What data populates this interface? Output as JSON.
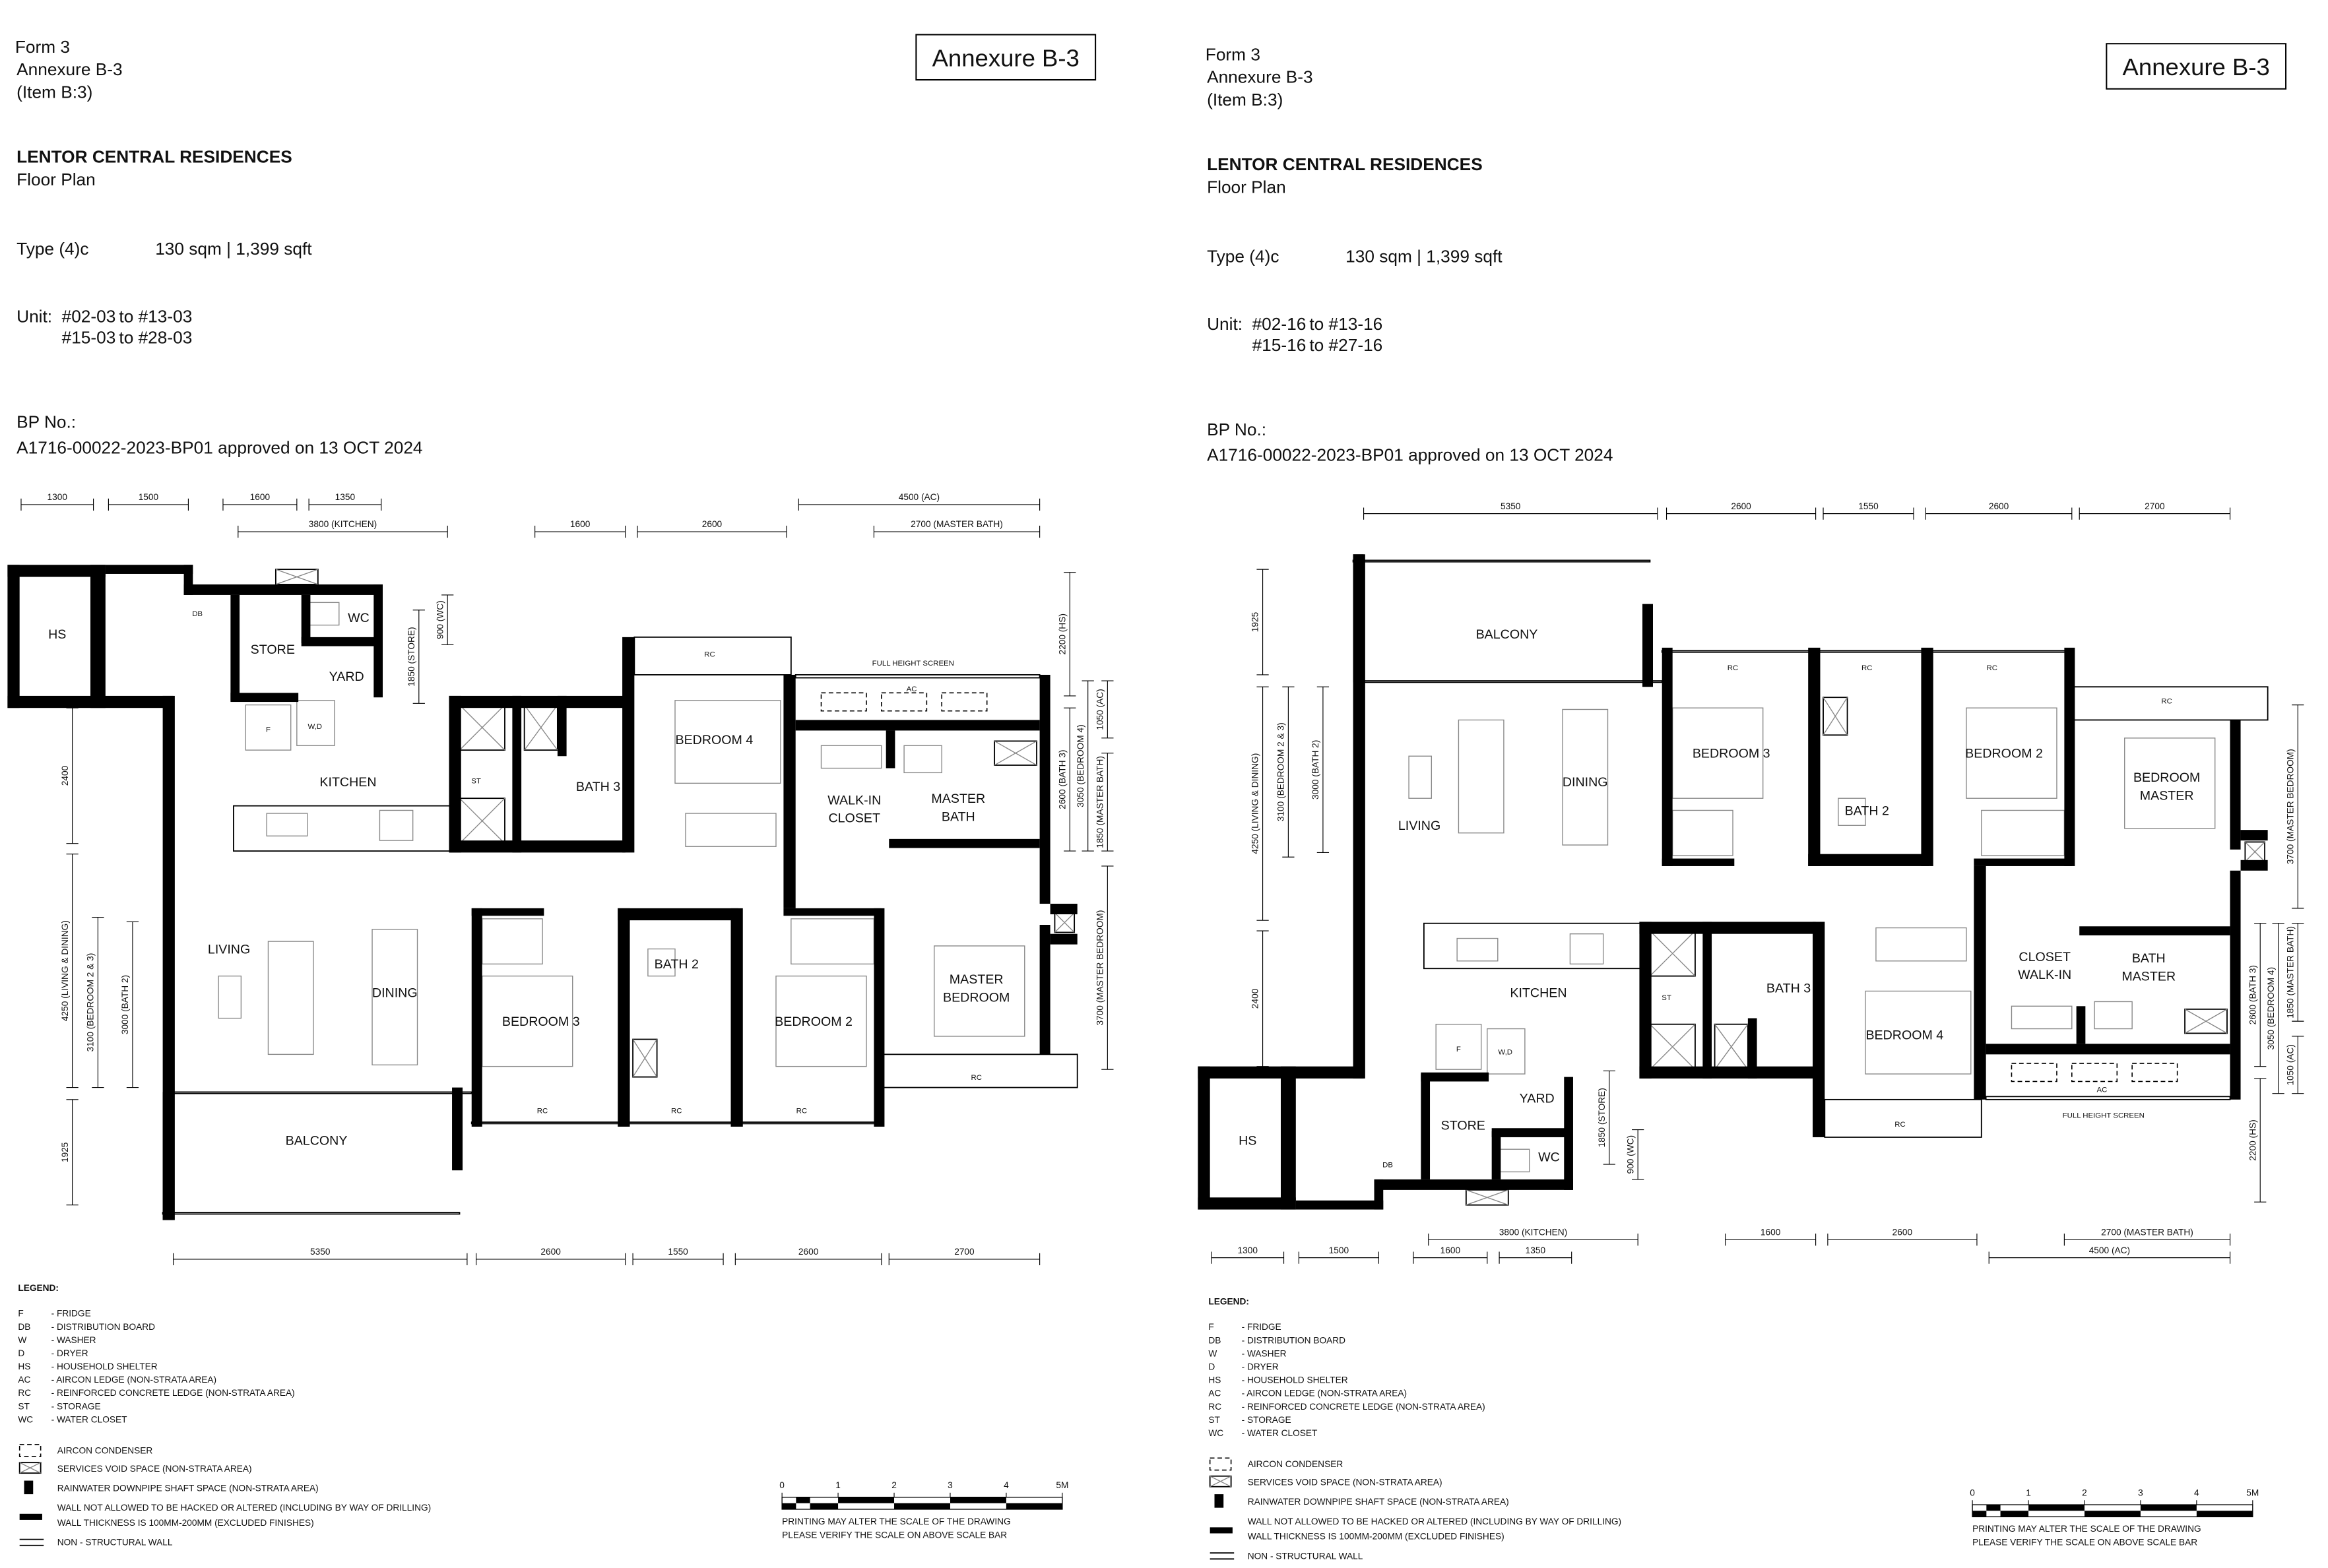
{
  "pages": [
    {
      "form": "Form 3",
      "annexure": "Annexure B-3",
      "item": "(Item B:3)",
      "annexure_box": "Annexure B-3",
      "project": "LENTOR CENTRAL RESIDENCES",
      "subtitle": "Floor Plan",
      "type": "Type (4)c",
      "area": "130 sqm | 1,399 sqft",
      "unit_label": "Unit:",
      "units": [
        {
          "from": "#02-03",
          "to": "to #13-03"
        },
        {
          "from": "#15-03",
          "to": "to #28-03"
        }
      ],
      "bp_label": "BP No.:",
      "bp_no": "A1716-00022-2023-BP01 approved on 13 OCT 2024"
    },
    {
      "form": "Form 3",
      "annexure": "Annexure B-3",
      "item": "(Item B:3)",
      "annexure_box": "Annexure B-3",
      "project": "LENTOR CENTRAL RESIDENCES",
      "subtitle": "Floor Plan",
      "type": "Type (4)c",
      "area": "130 sqm | 1,399 sqft",
      "unit_label": "Unit:",
      "units": [
        {
          "from": "#02-16",
          "to": "to #13-16"
        },
        {
          "from": "#15-16",
          "to": "to #27-16"
        }
      ],
      "bp_label": "BP No.:",
      "bp_no": "A1716-00022-2023-BP01 approved on 13 OCT 2024"
    }
  ],
  "rooms": {
    "hs": "HS",
    "store": "STORE",
    "wc": "WC",
    "yard": "YARD",
    "kitchen": "KITCHEN",
    "st": "ST",
    "db": "DB",
    "fridge": "F",
    "washer_dryer": "W,D",
    "bath3": "BATH 3",
    "bedroom4": "BEDROOM 4",
    "rc": "RC",
    "full_height_screen": "FULL HEIGHT SCREEN",
    "ac": "AC",
    "walk_in_closet": {
      "line1": "WALK-IN",
      "line2": "CLOSET"
    },
    "master_bath": {
      "line1": "MASTER",
      "line2": "BATH"
    },
    "living": "LIVING",
    "dining": "DINING",
    "bedroom3": "BEDROOM 3",
    "bath2": "BATH 2",
    "bedroom2": "BEDROOM 2",
    "master_bedroom": {
      "line1": "MASTER",
      "line2": "BEDROOM"
    },
    "balcony": "BALCONY"
  },
  "dimensions": {
    "d1300": "1300",
    "d1500": "1500",
    "d1600": "1600",
    "d1350": "1350",
    "ac4500": "4500 (AC)",
    "kitchen3800": "3800 (KITCHEN)",
    "d2600": "2600",
    "masterbath2700": "2700 (MASTER BATH)",
    "d5350": "5350",
    "d1550": "1550",
    "d2700": "2700",
    "d2400": "2400",
    "living4250": "4250 (LIVING & DINING)",
    "bedroom3100": "3100 (BEDROOM 2 & 3)",
    "bath3000": "3000 (BATH 2)",
    "d1925": "1925",
    "hs2200": "2200 (HS)",
    "bath3_2600": "2600 (BATH 3)",
    "bedroom4_3050": "3050 (BEDROOM 4)",
    "masterbath1850": "1850 (MASTER BATH)",
    "ac1050": "1050 (AC)",
    "masterbed3700": "3700 (MASTER BEDROOM)",
    "store1850": "1850 (STORE)",
    "wc900": "900 (WC)"
  },
  "legend": {
    "title": "LEGEND:",
    "abbreviations": [
      {
        "code": "F",
        "desc": "- FRIDGE"
      },
      {
        "code": "DB",
        "desc": "- DISTRIBUTION BOARD"
      },
      {
        "code": "W",
        "desc": "- WASHER"
      },
      {
        "code": "D",
        "desc": "- DRYER"
      },
      {
        "code": "HS",
        "desc": "- HOUSEHOLD SHELTER"
      },
      {
        "code": "AC",
        "desc": "- AIRCON LEDGE (NON-STRATA AREA)"
      },
      {
        "code": "RC",
        "desc": "- REINFORCED CONCRETE LEDGE (NON-STRATA AREA)"
      },
      {
        "code": "ST",
        "desc": "- STORAGE"
      },
      {
        "code": "WC",
        "desc": "- WATER CLOSET"
      }
    ],
    "symbols": {
      "aircon_condenser": "AIRCON CONDENSER",
      "services_void": "SERVICES VOID SPACE (NON-STRATA AREA)",
      "rainwater": "RAINWATER DOWNPIPE SHAFT SPACE (NON-STRATA AREA)",
      "wall_line1": "WALL NOT ALLOWED TO BE HACKED OR ALTERED (INCLUDING BY WAY OF DRILLING)",
      "wall_line2": "WALL THICKNESS IS 100MM-200MM (EXCLUDED FINISHES)",
      "non_structural": "NON - STRUCTURAL WALL"
    }
  },
  "scale_bar": {
    "ticks": [
      "0",
      "1",
      "2",
      "3",
      "4",
      "5M"
    ],
    "note1": "PRINTING MAY ALTER THE SCALE OF THE DRAWING",
    "note2": "PLEASE VERIFY THE SCALE ON ABOVE SCALE BAR"
  },
  "colors": {
    "ink": "#000000",
    "paper": "#ffffff",
    "secondary_line": "#888888"
  }
}
